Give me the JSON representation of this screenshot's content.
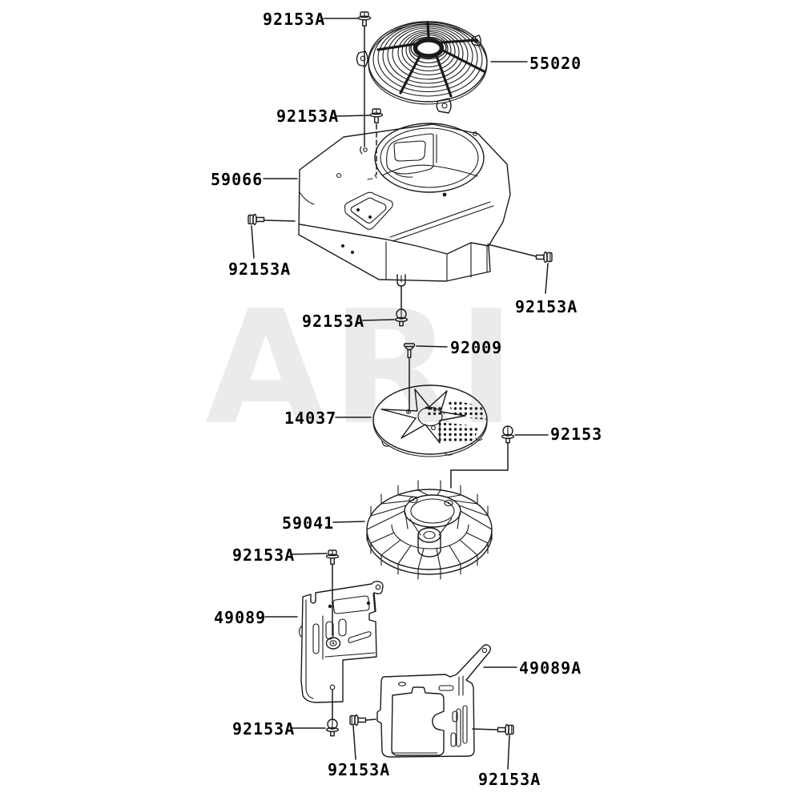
{
  "watermark": {
    "text": "ARI"
  },
  "colors": {
    "line": "#1a1a1a",
    "label_text": "#000000",
    "watermark": "#ebebeb",
    "background": "#ffffff"
  },
  "part_numbers_visible": [
    "55020",
    "59066",
    "14037",
    "59041",
    "49089",
    "49089A",
    "92009",
    "92153",
    "92153A"
  ],
  "callouts": [
    {
      "id": "c1",
      "part": "92153A"
    },
    {
      "id": "c2",
      "part": "55020"
    },
    {
      "id": "c3",
      "part": "92153A"
    },
    {
      "id": "c4",
      "part": "59066"
    },
    {
      "id": "c5",
      "part": "92153A"
    },
    {
      "id": "c6",
      "part": "92153A"
    },
    {
      "id": "c7",
      "part": "92153A"
    },
    {
      "id": "c8",
      "part": "92009"
    },
    {
      "id": "c9",
      "part": "14037"
    },
    {
      "id": "c10",
      "part": "92153"
    },
    {
      "id": "c11",
      "part": "59041"
    },
    {
      "id": "c12",
      "part": "92153A"
    },
    {
      "id": "c13",
      "part": "49089"
    },
    {
      "id": "c14",
      "part": "49089A"
    },
    {
      "id": "c15",
      "part": "92153A"
    },
    {
      "id": "c16",
      "part": "92153A"
    },
    {
      "id": "c17",
      "part": "92153A"
    }
  ]
}
